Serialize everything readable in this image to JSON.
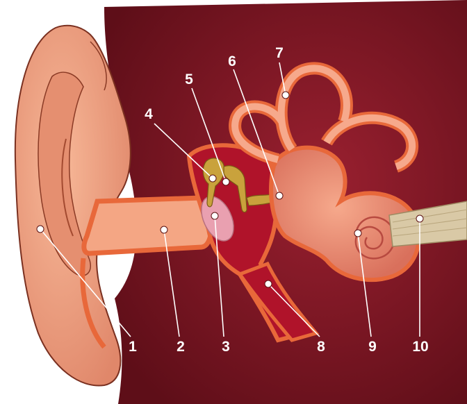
{
  "diagram": {
    "labels": [
      {
        "id": "1",
        "text": "1"
      },
      {
        "id": "2",
        "text": "2"
      },
      {
        "id": "3",
        "text": "3"
      },
      {
        "id": "4",
        "text": "4"
      },
      {
        "id": "5",
        "text": "5"
      },
      {
        "id": "6",
        "text": "6"
      },
      {
        "id": "7",
        "text": "7"
      },
      {
        "id": "8",
        "text": "8"
      },
      {
        "id": "9",
        "text": "9"
      },
      {
        "id": "10",
        "text": "10"
      }
    ],
    "colors": {
      "background": "#7a1420",
      "skin": "#f2a07c",
      "canal_wall": "#e8683a",
      "middle_ear": "#b0132a",
      "ossicles": "#c9a23c",
      "eardrum": "#e9a0b0",
      "nerve": "#d9c9a6"
    }
  }
}
